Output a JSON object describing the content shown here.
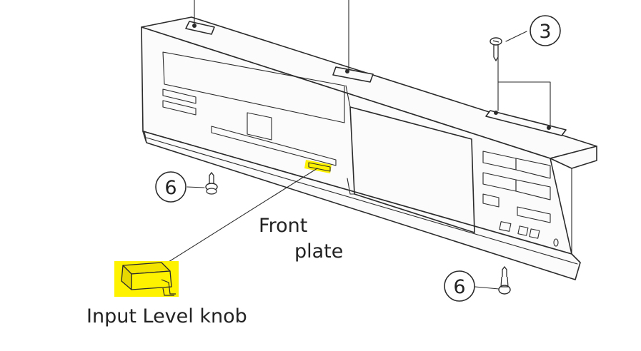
{
  "labels": {
    "callout_3": "3",
    "callout_6_left": "6",
    "callout_6_right": "6",
    "front_plate_line1": "Front",
    "front_plate_line2": "plate",
    "input_level_knob": "Input Level knob"
  },
  "colors": {
    "highlight": "#fff200",
    "line": "#2b2b2b",
    "background": "#ffffff"
  },
  "icons": {
    "screw": "screw-icon",
    "knob": "input-level-knob-part"
  }
}
